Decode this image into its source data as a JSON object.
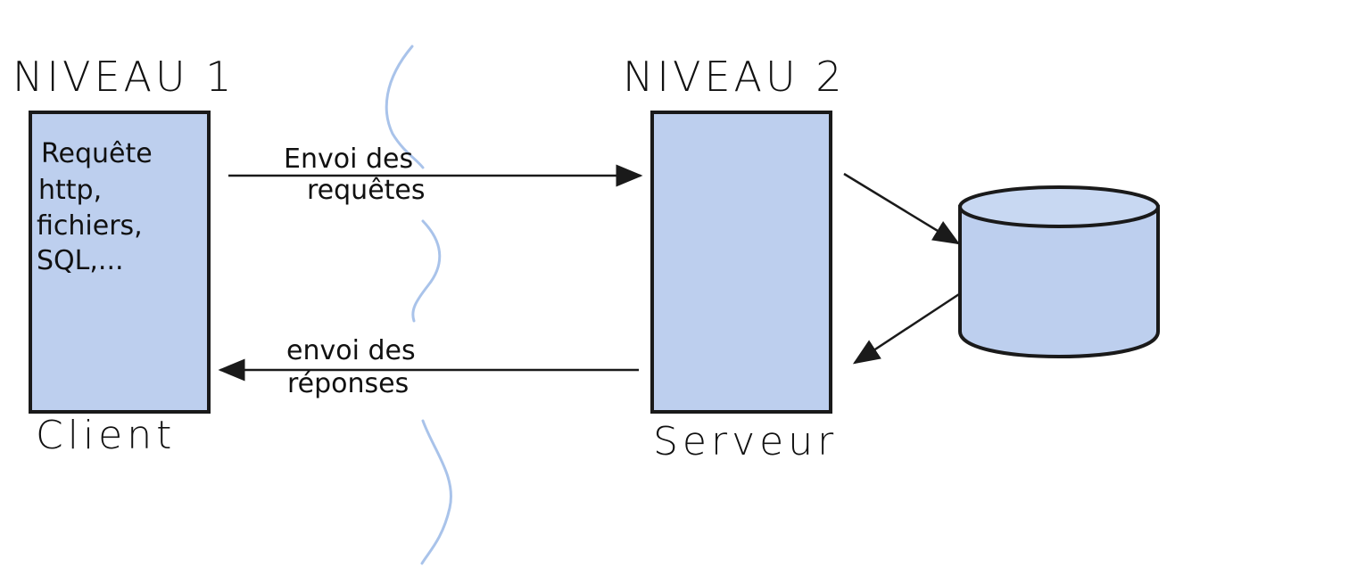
{
  "diagram": {
    "levels": {
      "level1": "NIVEAU 1",
      "level2": "NIVEAU 2"
    },
    "client": {
      "caption": "Client",
      "text_lines": [
        "Requête",
        "http,",
        "fichiers,",
        "SQL,..."
      ]
    },
    "server": {
      "caption": "Serveur"
    },
    "arrows": {
      "request_label_lines": [
        "Envoi des",
        "requêtes"
      ],
      "response_label_lines": [
        "envoi des",
        "réponses"
      ]
    },
    "colors": {
      "box_fill": "#bdcfee",
      "outline": "#1a1a1a",
      "divider": "#a9c3ea"
    },
    "icons": {
      "database": "database-cylinder-icon"
    }
  }
}
